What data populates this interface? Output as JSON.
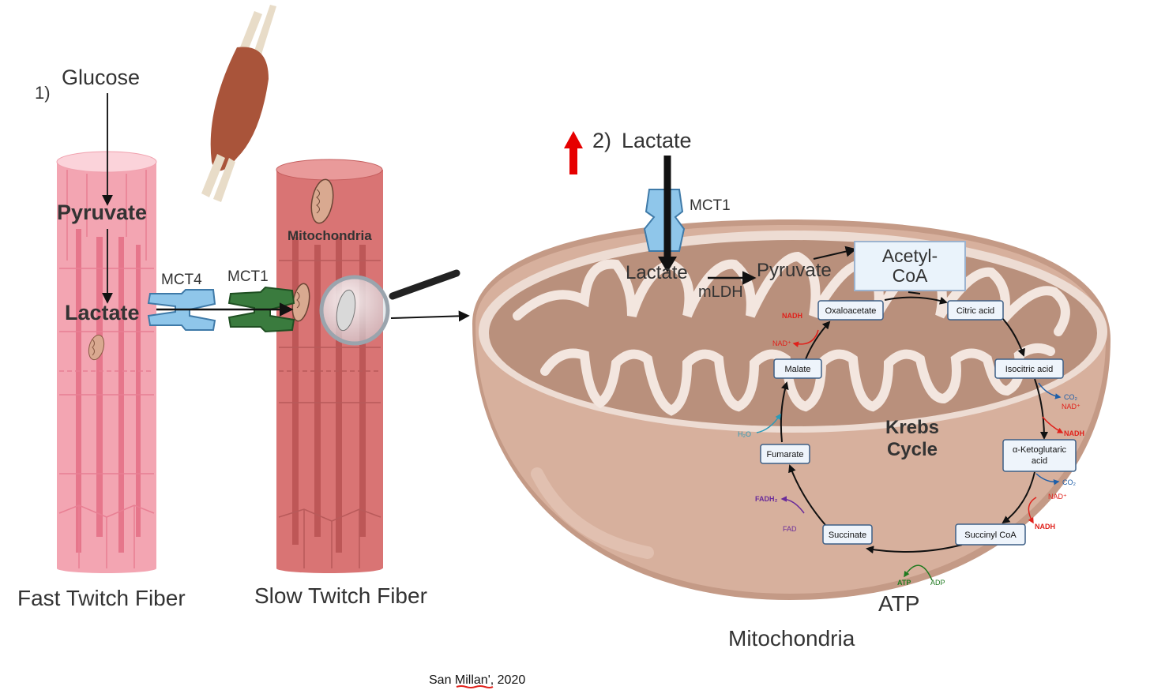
{
  "step1": {
    "number": "1)",
    "glucose": "Glucose",
    "pyruvate": "Pyruvate",
    "lactate": "Lactate"
  },
  "fibers": {
    "fast": "Fast Twitch Fiber",
    "slow": "Slow Twitch Fiber",
    "mitochondria_label": "Mitochondria"
  },
  "transporters": {
    "mct4": "MCT4",
    "mct1": "MCT1",
    "mct1_membrane": "MCT1"
  },
  "step2": {
    "number": "2)",
    "lactate": "Lactate"
  },
  "mito": {
    "lactate": "Lactate",
    "pyruvate": "Pyruvate",
    "enzyme": "mLDH",
    "acetyl_line1": "Acetyl-",
    "acetyl_line2": "CoA",
    "krebs_line1": "Krebs",
    "krebs_line2": "Cycle",
    "atp_big": "ATP",
    "caption": "Mitochondria"
  },
  "cycle": {
    "oxaloacetate": "Oxaloacetate",
    "citric": "Citric acid",
    "isocitric": "Isocitric acid",
    "akg_line1": "α-Ketoglutaric",
    "akg_line2": "acid",
    "succinyl": "Succinyl CoA",
    "succinate": "Succinate",
    "fumarate": "Fumarate",
    "malate": "Malate"
  },
  "cofactors": {
    "co2": "CO₂",
    "nad": "NAD⁺",
    "nadh": "NADH",
    "fadh2": "FADH₂",
    "fad": "FAD",
    "atp": "ATP",
    "adp": "ADP",
    "h2o": "H₂O"
  },
  "citation": "San Millan', 2020",
  "colors": {
    "fast_fiber": "#f3a5b2",
    "slow_fiber": "#d97474",
    "mito_outer": "#cfa391",
    "box_border": "#3d5f86",
    "nadh": "#e0211b",
    "co2": "#1f5fa8",
    "fadh2": "#6a2c9a",
    "atp": "#1f7a1f",
    "h2o": "#2a9ab8",
    "up_arrow": "#e60000"
  }
}
